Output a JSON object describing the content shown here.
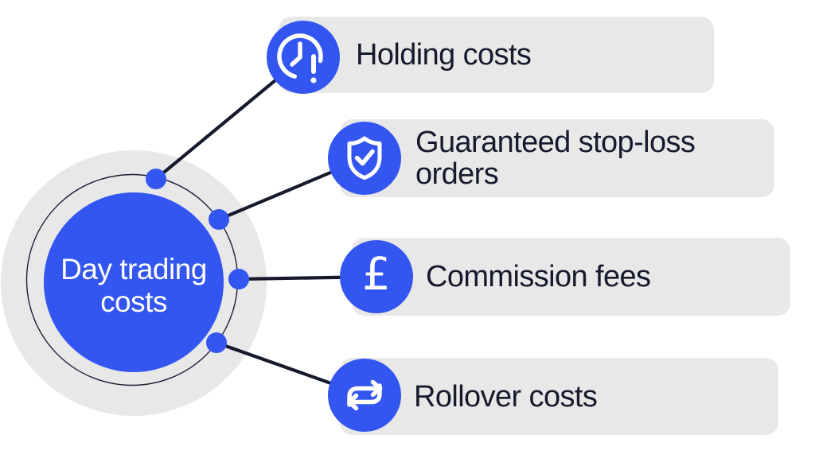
{
  "diagram": {
    "hub": {
      "label": "Day trading\ncosts"
    },
    "items": [
      {
        "label": "Holding costs",
        "icon": "clock-alert-icon"
      },
      {
        "label": "Guaranteed stop-loss orders",
        "icon": "shield-check-icon"
      },
      {
        "label": "Commission fees",
        "icon": "pound-sterling-icon",
        "glyph": "£"
      },
      {
        "label": "Rollover costs",
        "icon": "repeat-arrows-icon"
      }
    ],
    "colors": {
      "accent_blue": "#3355F0",
      "panel_gray": "#E8E8E9",
      "ink_navy": "#161A2C",
      "background": "#FFFFFF"
    }
  }
}
